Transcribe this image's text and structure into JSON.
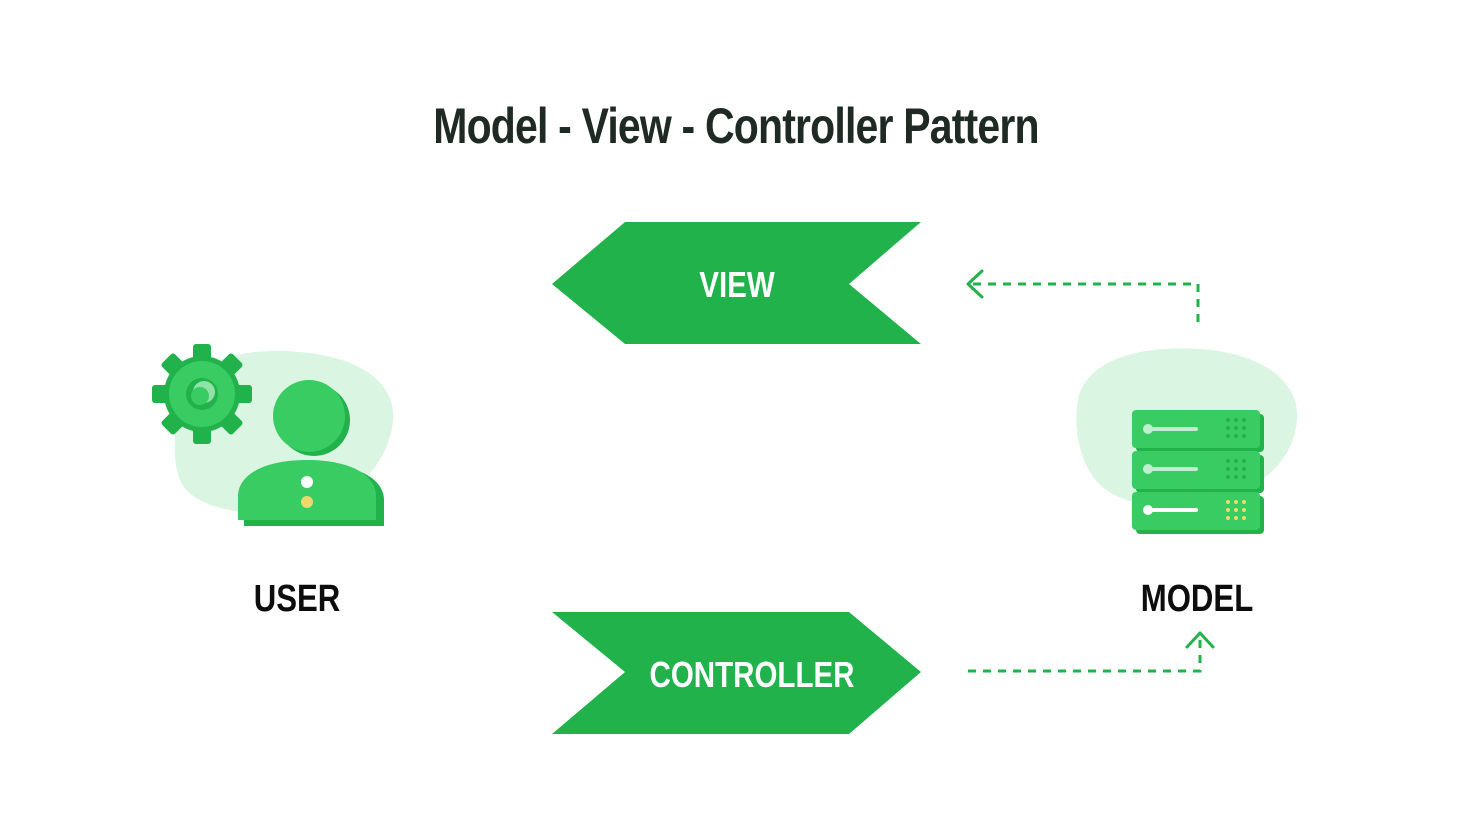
{
  "title": "Model - View - Controller Pattern",
  "nodes": {
    "view": {
      "label": "VIEW"
    },
    "controller": {
      "label": "CONTROLLER"
    },
    "user": {
      "label": "USER"
    },
    "model": {
      "label": "MODEL"
    }
  },
  "colors": {
    "primary_green": "#22b24c",
    "light_green": "#38cc62",
    "pale_green": "#daf5e1",
    "title_text": "#1f2a24",
    "label_text": "#0d0d0d",
    "accent_yellow": "#f2d86b"
  },
  "icons": {
    "user": "user-with-gear-icon",
    "model": "server-stack-icon"
  }
}
